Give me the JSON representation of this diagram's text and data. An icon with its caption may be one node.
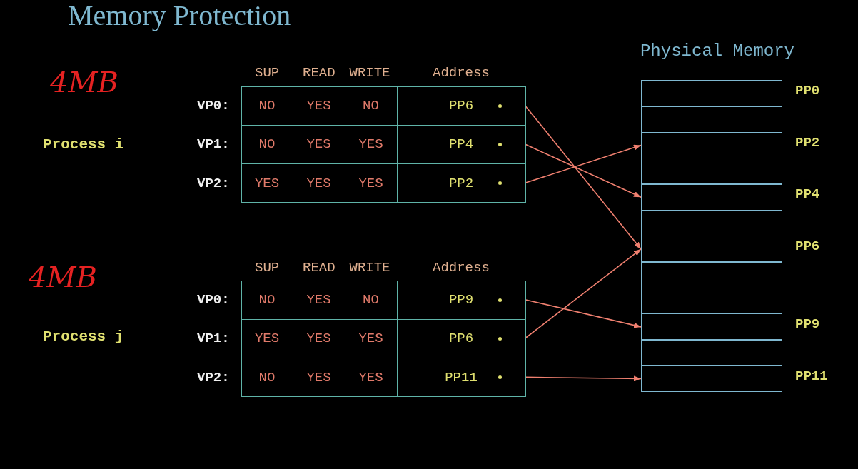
{
  "diagram": {
    "title": "Memory Protection",
    "nodes": [
      {
        "text": [
          "Process i"
        ]
      },
      {
        "text": [],
        "shape": "box"
      },
      {
        "text": [
          "NO",
          "YES",
          "NO",
          "PP6"
        ],
        "in": 1,
        "beside": [
          "VP0:"
        ]
      },
      {
        "text": [
          "NO",
          "YES",
          "YES",
          "PP4"
        ],
        "in": 1,
        "beside": [
          "VP1:"
        ]
      },
      {
        "text": [
          "YES",
          "YES",
          "YES",
          "PP2"
        ],
        "in": 1,
        "beside": [
          "VP2:"
        ]
      },
      {
        "text": [
          "Process j"
        ]
      },
      {
        "text": [],
        "shape": "box"
      },
      {
        "text": [
          "NO",
          "YES",
          "NO",
          "PP9"
        ],
        "in": 6,
        "beside": [
          "VP0:"
        ]
      },
      {
        "text": [
          "YES",
          "YES",
          "YES",
          "PP6"
        ],
        "in": 6,
        "beside": [
          "VP1:"
        ]
      },
      {
        "text": [
          "NO",
          "YES",
          "YES",
          "PP11"
        ],
        "in": 6,
        "beside": [
          "VP2:"
        ]
      },
      {
        "text": [
          "Physical Memory"
        ]
      },
      {
        "text": [],
        "shape": "box",
        "in": 10,
        "beside": [
          "PP0"
        ]
      },
      {
        "text": [],
        "shape": "box",
        "in": 10
      },
      {
        "text": [],
        "shape": "box",
        "in": 10,
        "beside": [
          "PP2"
        ]
      },
      {
        "text": [],
        "shape": "box",
        "in": 10
      },
      {
        "text": [],
        "shape": "box",
        "in": 10,
        "beside": [
          "PP4"
        ]
      },
      {
        "text": [],
        "shape": "box",
        "in": 10
      },
      {
        "text": [],
        "shape": "box",
        "in": 10,
        "beside": [
          "PP6"
        ]
      },
      {
        "text": [],
        "shape": "box",
        "in": 10
      },
      {
        "text": [],
        "shape": "box",
        "in": 10
      },
      {
        "text": [],
        "shape": "box",
        "in": 10,
        "beside": [
          "PP9"
        ]
      },
      {
        "text": [],
        "shape": "box",
        "in": 10
      },
      {
        "text": [],
        "shape": "box",
        "in": 10,
        "beside": [
          "PP11"
        ]
      }
    ],
    "edges": [
      {
        "from": 2,
        "to": 17,
        "arrow": "to"
      },
      {
        "from": 3,
        "to": 15,
        "arrow": "to"
      },
      {
        "from": 4,
        "to": 13,
        "arrow": "to"
      },
      {
        "from": 7,
        "to": 20,
        "arrow": "to"
      },
      {
        "from": 8,
        "to": 17,
        "arrow": "to"
      },
      {
        "from": 9,
        "to": 22,
        "arrow": "to"
      }
    ],
    "labels": [
      "4MB",
      "SUP",
      "READ",
      "WRITE",
      "Address",
      "4MB",
      "SUP",
      "READ",
      "WRITE",
      "Address"
    ]
  }
}
